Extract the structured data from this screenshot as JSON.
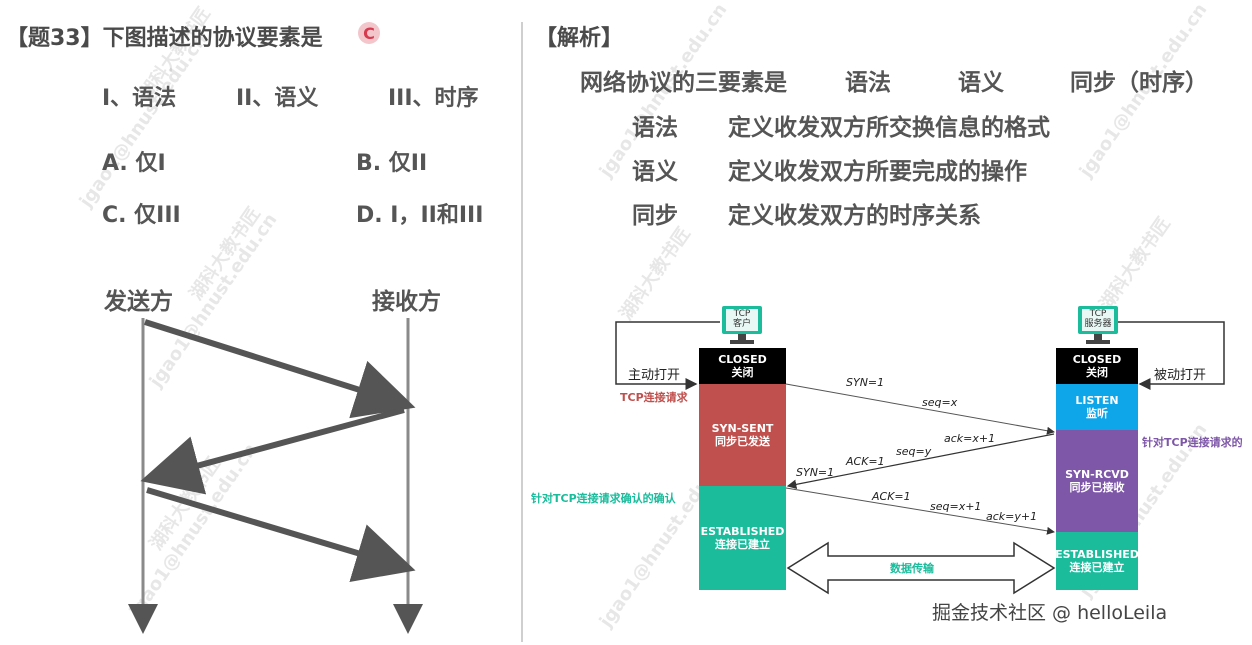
{
  "question": {
    "title": "【题33】下图描述的协议要素是",
    "answer_badge": "C",
    "items": [
      "I、语法",
      "II、语义",
      "III、时序"
    ],
    "options": {
      "a": "A. 仅I",
      "b": "B. 仅II",
      "c": "C. 仅III",
      "d": "D. I，II和III"
    },
    "sender": "发送方",
    "receiver": "接收方"
  },
  "analysis": {
    "title": "【解析】",
    "intro": "网络协议的三要素是",
    "elements": [
      "语法",
      "语义",
      "同步（时序）"
    ],
    "rows": [
      {
        "term": "语法",
        "def": "定义收发双方所交换信息的格式"
      },
      {
        "term": "语义",
        "def": "定义收发双方所要完成的操作"
      },
      {
        "term": "同步",
        "def": "定义收发双方的时序关系"
      }
    ]
  },
  "tcp": {
    "client_label": "TCP\n客户",
    "server_label": "TCP\n服务器",
    "client_states": [
      {
        "en": "CLOSED",
        "cn": "关闭",
        "color": "#000000"
      },
      {
        "en": "SYN-SENT",
        "cn": "同步已发送",
        "color": "#c0504d"
      },
      {
        "en": "ESTABLISHED",
        "cn": "连接已建立",
        "color": "#1abc9c"
      }
    ],
    "server_states": [
      {
        "en": "CLOSED",
        "cn": "关闭",
        "color": "#000000"
      },
      {
        "en": "LISTEN",
        "cn": "监听",
        "color": "#0ea5e9"
      },
      {
        "en": "SYN-RCVD",
        "cn": "同步已接收",
        "color": "#7e57a8"
      },
      {
        "en": "ESTABLISHED",
        "cn": "连接已建立",
        "color": "#1abc9c"
      }
    ],
    "active_open": "主动打开",
    "passive_open": "被动打开",
    "client_request": "TCP连接请求",
    "server_ack_note": "针对TCP连接请求的",
    "client_ack_note": "针对TCP连接请求确认的确认",
    "msg1": {
      "a": "SYN=1",
      "b": "seq=x"
    },
    "msg2": {
      "a": "SYN=1",
      "b": "ACK=1",
      "c": "seq=y",
      "d": "ack=x+1"
    },
    "msg3": {
      "a": "ACK=1",
      "b": "seq=x+1",
      "c": "ack=y+1"
    },
    "data_transfer": "数据传输"
  },
  "watermarks": {
    "name": "湖科大教书匠",
    "email": "jgao1@hnust.edu.cn"
  },
  "footer": "掘金技术社区 @ helloLeila"
}
